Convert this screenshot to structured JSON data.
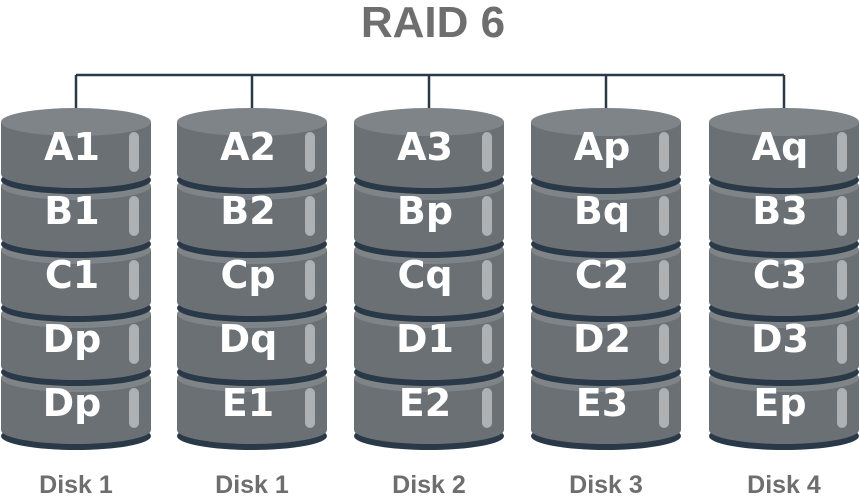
{
  "title": "RAID 6",
  "colors": {
    "platter": "#6b7075",
    "platter_top": "#8a8f93",
    "gap": "#2a3947",
    "highlight": "#b8bcbf",
    "connector": "#2a3947",
    "text": "#6e6e6e"
  },
  "disks": [
    {
      "label": "Disk 1",
      "blocks": [
        "A1",
        "B1",
        "C1",
        "Dp",
        "Dp"
      ]
    },
    {
      "label": "Disk 1",
      "blocks": [
        "A2",
        "B2",
        "Cp",
        "Dq",
        "E1"
      ]
    },
    {
      "label": "Disk 2",
      "blocks": [
        "A3",
        "Bp",
        "Cq",
        "D1",
        "E2"
      ]
    },
    {
      "label": "Disk 3",
      "blocks": [
        "Ap",
        "Bq",
        "C2",
        "D2",
        "E3"
      ]
    },
    {
      "label": "Disk 4",
      "blocks": [
        "Aq",
        "B3",
        "C3",
        "D3",
        "Ep"
      ]
    }
  ]
}
